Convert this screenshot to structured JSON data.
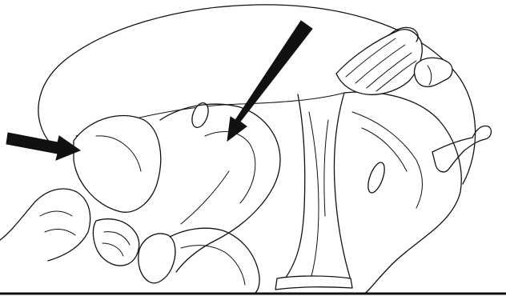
{
  "figure": {
    "subject": "insect-head-lateral-view-line-drawing",
    "background_color": "#ffffff",
    "ink_color": "#111111",
    "arrows": [
      {
        "id": "left-arrow"
      },
      {
        "id": "upper-arrow"
      }
    ]
  }
}
